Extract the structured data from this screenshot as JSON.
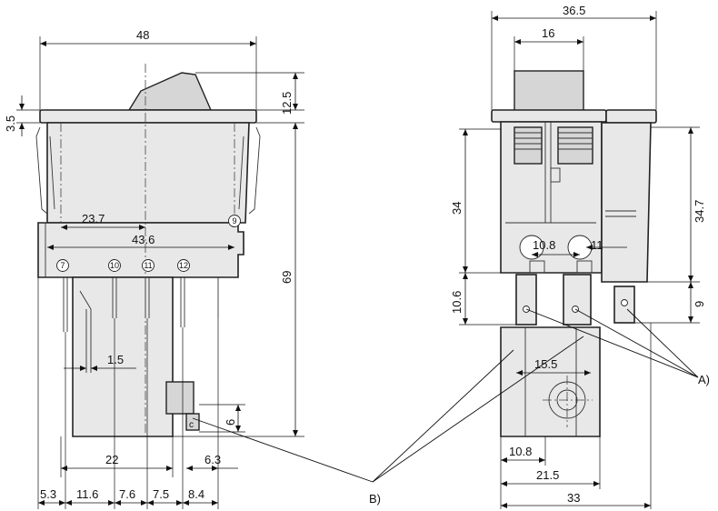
{
  "dimensions": {
    "front_width": "48",
    "actuator_height": "12.5",
    "bezel_thickness": "3.5",
    "body_height": "69",
    "terminal_9_offset": "23.7",
    "terminal_9_span": "43.6",
    "pin_width": "1.5",
    "bottom_span": "22",
    "tab_height": "6",
    "tab_offset": "6.3",
    "pitch_a": "5.3",
    "pitch_b": "11.6",
    "pitch_c": "7.6",
    "pitch_d": "7.5",
    "pitch_e": "8.4",
    "side_width": "36.5",
    "rocker_width": "16",
    "side_height_left": "34",
    "side_height_right": "34.7",
    "hole_spacing": "10.8",
    "hole_label": "11",
    "lower_left": "10.6",
    "lower_right": "9",
    "inner_span": "15.5",
    "base_left": "10.8",
    "base_mid": "21.5",
    "base_total": "33"
  },
  "terminals": [
    "7",
    "10",
    "11",
    "12",
    "9"
  ],
  "callouts": {
    "a": "A)",
    "b": "B)",
    "c": "c"
  }
}
